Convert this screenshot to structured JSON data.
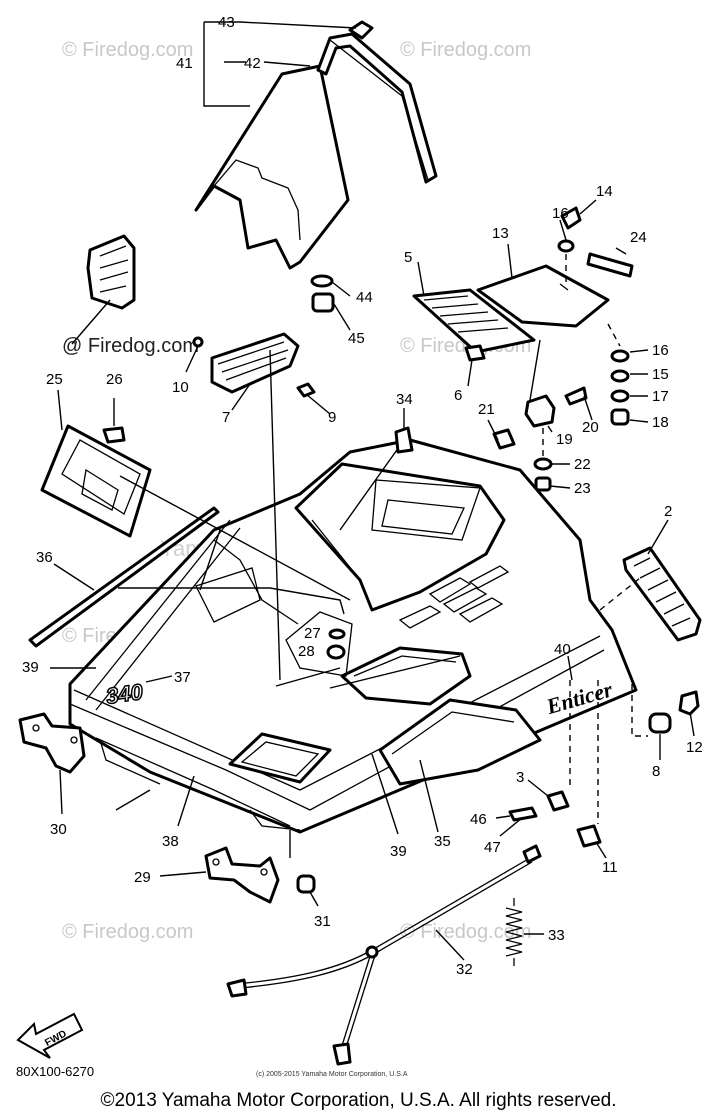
{
  "watermarks": {
    "firedog": "© Firedog.com",
    "firedog_plain": "@ Firedog.com",
    "center": "Yamaha Motor Corp. U.S.A"
  },
  "parts": {
    "p2": "2",
    "p3": "3",
    "p5": "5",
    "p6": "6",
    "p7": "7",
    "p8": "8",
    "p9": "9",
    "p10": "10",
    "p11": "11",
    "p12": "12",
    "p13": "13",
    "p14": "14",
    "p15": "15",
    "p16a": "16",
    "p16b": "16",
    "p17": "17",
    "p18": "18",
    "p19": "19",
    "p20": "20",
    "p21": "21",
    "p22": "22",
    "p23": "23",
    "p24": "24",
    "p25": "25",
    "p26": "26",
    "p27": "27",
    "p28": "28",
    "p29": "29",
    "p30": "30",
    "p31": "31",
    "p32": "32",
    "p33": "33",
    "p34": "34",
    "p35": "35",
    "p36": "36",
    "p37": "37",
    "p38": "38",
    "p39a": "39",
    "p39b": "39",
    "p40": "40",
    "p41": "41",
    "p42": "42",
    "p43": "43",
    "p44": "44",
    "p45": "45",
    "p46": "46",
    "p47": "47"
  },
  "hood_badges": {
    "model": "340",
    "name": "Enticer"
  },
  "fwd_label": "FWD",
  "drawing_code": "80X100-6270",
  "small_credit": "(c) 2005-2015 Yamaha Motor Corporation, U.S.A",
  "copyright": "©2013 Yamaha Motor Corporation, U.S.A. All rights reserved."
}
